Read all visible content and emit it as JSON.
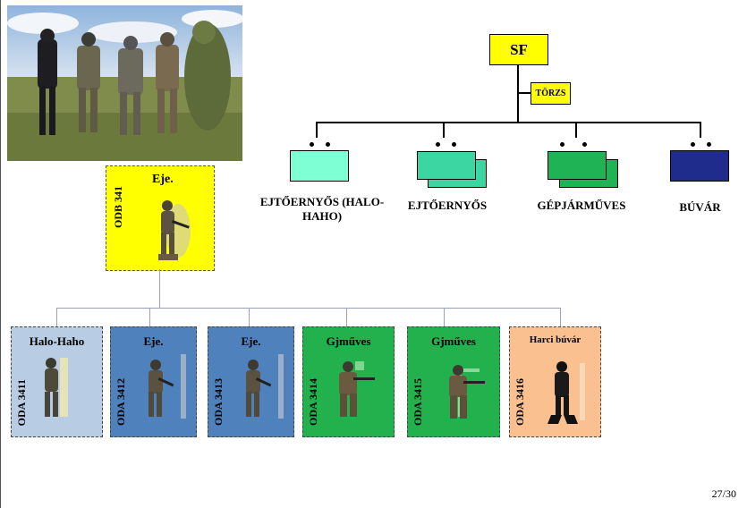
{
  "header": {
    "title": "SF",
    "staff_label": "TÖRZS"
  },
  "units": [
    {
      "label": "EJTŐERNYŐS (HALO-HAHO)",
      "color": "#7fffd4"
    },
    {
      "label": "EJTŐERNYŐS",
      "color": "#3cd6a2"
    },
    {
      "label": "GÉPJÁRMŰVES",
      "color": "#1fb356"
    },
    {
      "label": "BÚVÁR",
      "color": "#1f2c8c"
    }
  ],
  "odb": {
    "code": "ODB 341",
    "title": "Eje.",
    "color": "#ffff00"
  },
  "odas": [
    {
      "code": "ODA 3411",
      "title": "Halo-Haho",
      "color": "#b8cce4"
    },
    {
      "code": "ODA 3412",
      "title": "Eje.",
      "color": "#4f81bd"
    },
    {
      "code": "ODA 3413",
      "title": "Eje.",
      "color": "#4f81bd"
    },
    {
      "code": "ODA 3414",
      "title": "Gjműves",
      "color": "#23b14d"
    },
    {
      "code": "ODA 3415",
      "title": "Gjműves",
      "color": "#23b14d"
    },
    {
      "code": "ODA 3416",
      "title": "Harci búvár",
      "color": "#fac090"
    }
  ],
  "footer": {
    "page_number": "27/30"
  }
}
